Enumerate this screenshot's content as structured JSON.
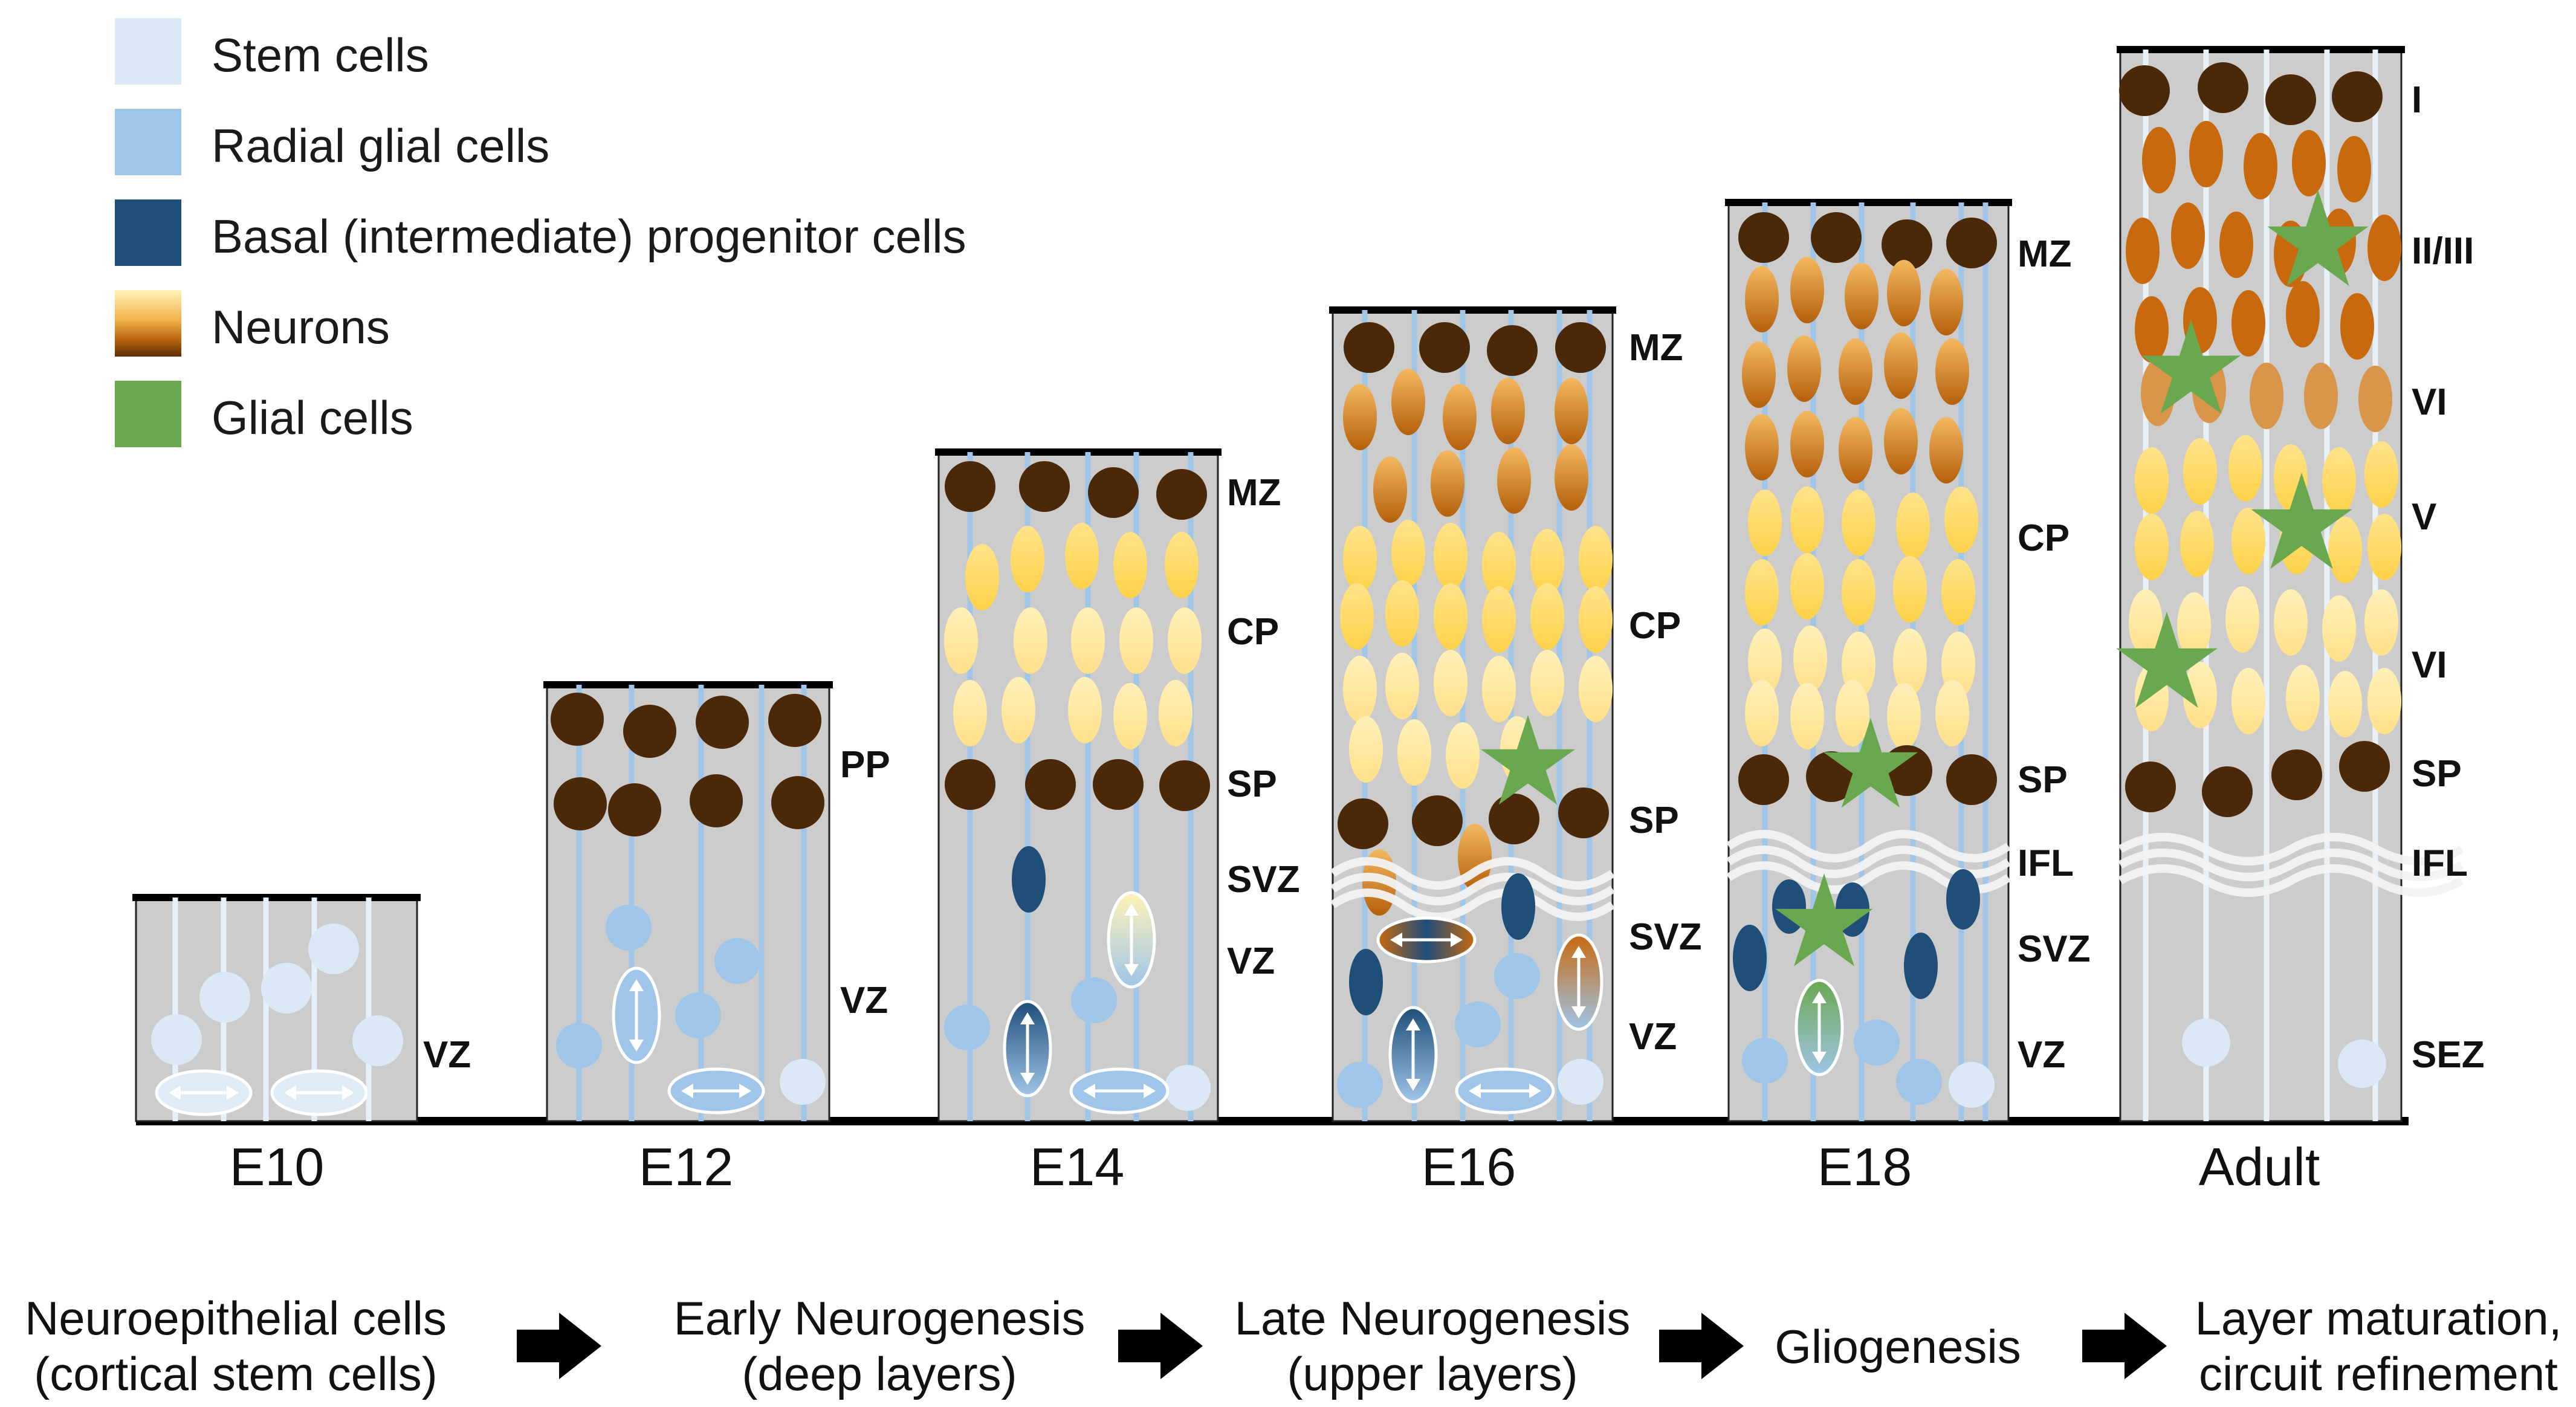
{
  "colors": {
    "stem": "#dbe8f5",
    "radial_glia": "#9fc5e8",
    "basal_progenitor": "#1f4e79",
    "neuron_dark": "#4a2808",
    "neuron_orange": "#c8690e",
    "neuron_yellow": "#ffd966",
    "glia": "#6aa84f",
    "panel_bg": "#cccccc"
  },
  "legend": [
    {
      "label": "Stem cells",
      "icon": "stem-cell-swatch"
    },
    {
      "label": "Radial glial cells",
      "icon": "radial-glial-swatch"
    },
    {
      "label": "Basal (intermediate) progenitor cells",
      "icon": "basal-progenitor-swatch"
    },
    {
      "label": "Neurons",
      "icon": "neuron-gradient-swatch"
    },
    {
      "label": "Glial cells",
      "icon": "glial-cell-swatch"
    }
  ],
  "stages": [
    {
      "label": "E10",
      "layers": [
        "VZ"
      ]
    },
    {
      "label": "E12",
      "layers": [
        "PP",
        "VZ"
      ]
    },
    {
      "label": "E14",
      "layers": [
        "MZ",
        "CP",
        "SP",
        "SVZ",
        "VZ"
      ]
    },
    {
      "label": "E16",
      "layers": [
        "MZ",
        "CP",
        "SP",
        "SVZ",
        "VZ"
      ]
    },
    {
      "label": "E18",
      "layers": [
        "MZ",
        "CP",
        "SP",
        "IFL",
        "SVZ",
        "VZ"
      ]
    },
    {
      "label": "Adult",
      "layers": [
        "I",
        "II/III",
        "VI",
        "V",
        "VI",
        "SP",
        "IFL",
        "SEZ"
      ]
    }
  ],
  "processes": [
    {
      "line1": "Neuroepithelial cells",
      "line2": "(cortical stem cells)"
    },
    {
      "line1": "Early Neurogenesis",
      "line2": "(deep layers)"
    },
    {
      "line1": "Late Neurogenesis",
      "line2": "(upper layers)"
    },
    {
      "line1": "Gliogenesis",
      "line2": ""
    },
    {
      "line1": "Layer maturation,",
      "line2": "circuit refinement"
    }
  ]
}
